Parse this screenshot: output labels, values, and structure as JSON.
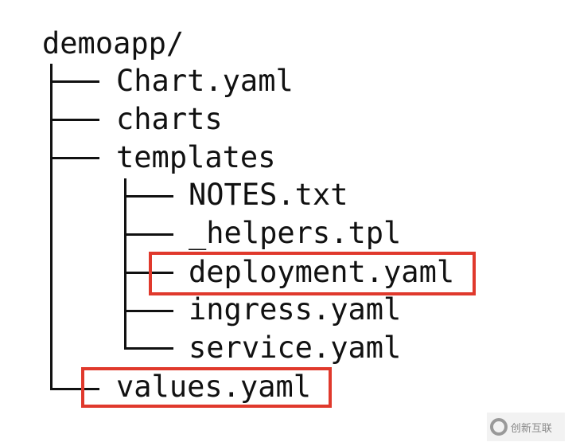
{
  "tree": {
    "root": "demoapp/",
    "items": [
      {
        "name": "Chart.yaml",
        "level": 1
      },
      {
        "name": "charts",
        "level": 1
      },
      {
        "name": "templates",
        "level": 1
      },
      {
        "name": "NOTES.txt",
        "level": 2
      },
      {
        "name": "_helpers.tpl",
        "level": 2
      },
      {
        "name": "deployment.yaml",
        "level": 2,
        "highlighted": true
      },
      {
        "name": "ingress.yaml",
        "level": 2
      },
      {
        "name": "service.yaml",
        "level": 2
      },
      {
        "name": "values.yaml",
        "level": 1,
        "highlighted": true
      }
    ]
  },
  "highlight_color": "#e0392c",
  "watermark": {
    "text": "创新互联"
  }
}
